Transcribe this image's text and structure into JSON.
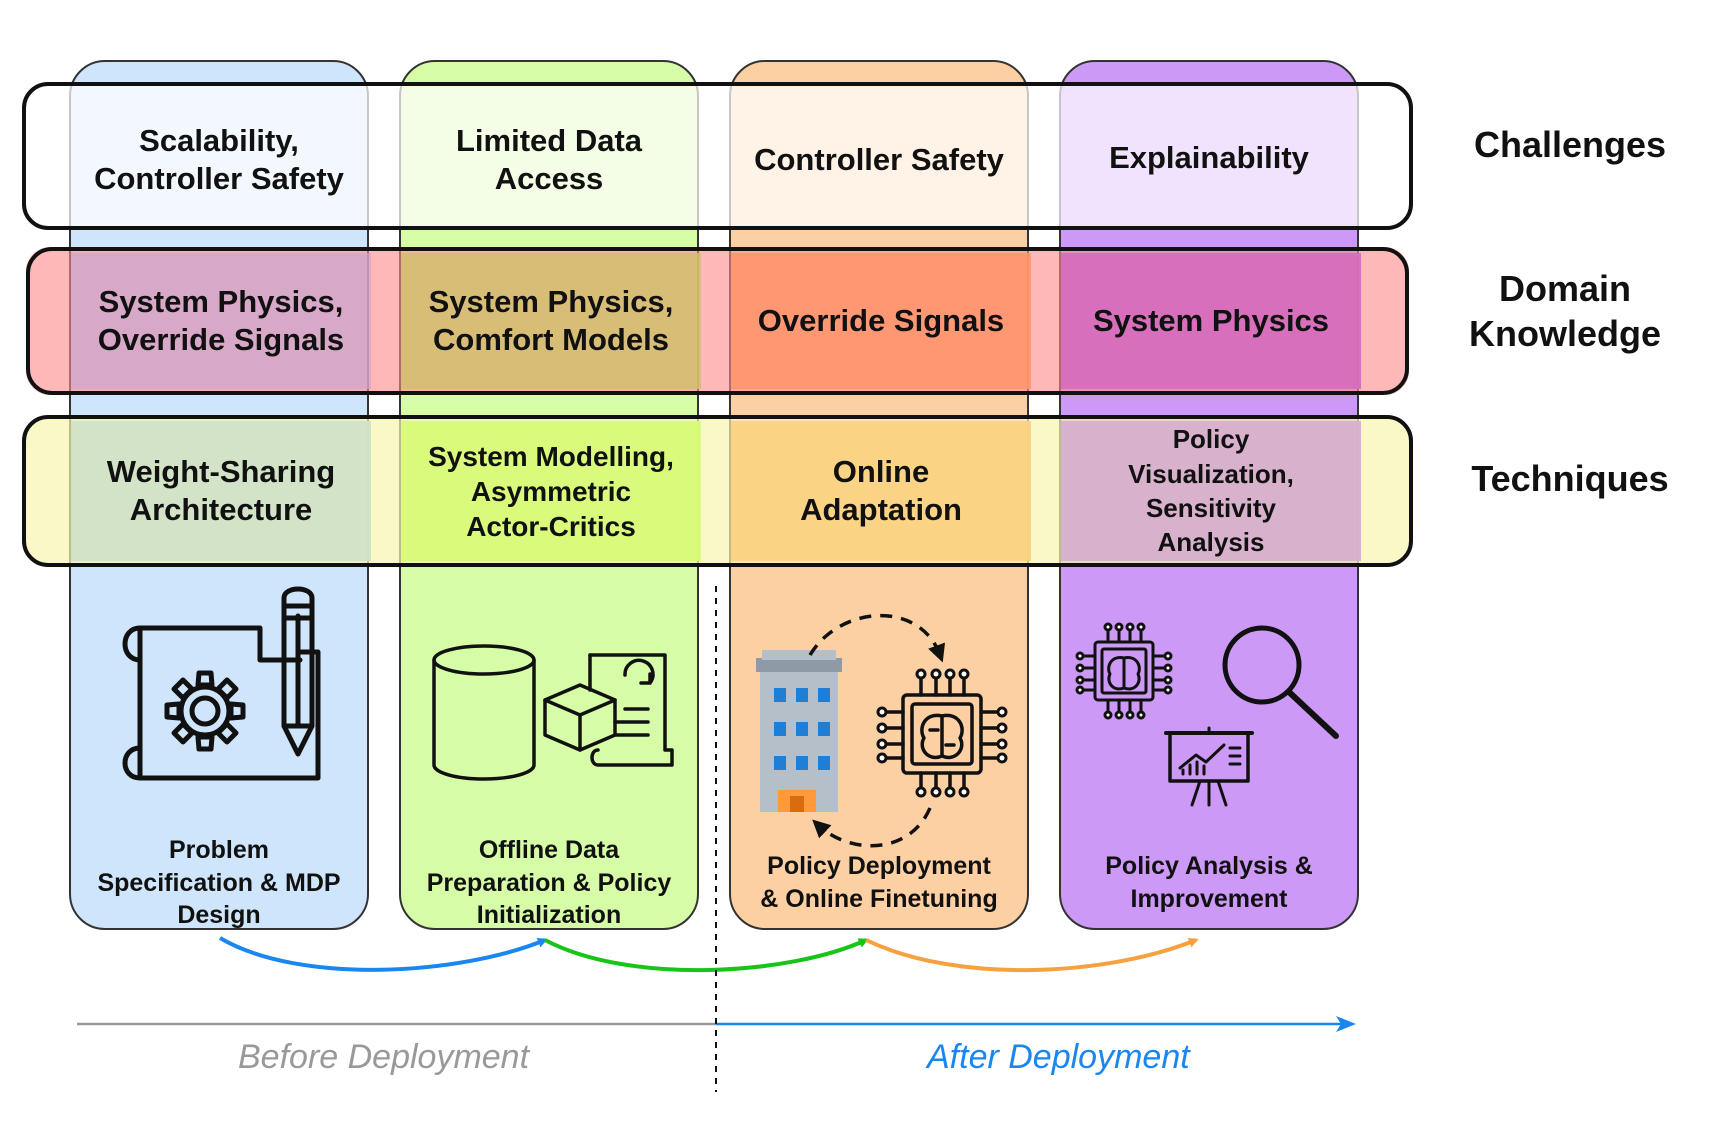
{
  "rows": {
    "challenges": "Challenges",
    "domain_knowledge": [
      "Domain",
      "Knowledge"
    ],
    "techniques": "Techniques"
  },
  "stages": [
    {
      "challenge": [
        "Scalability,",
        "Controller Safety"
      ],
      "domain": [
        "System Physics,",
        "Override Signals"
      ],
      "technique": [
        "Weight-Sharing",
        "Architecture"
      ],
      "label": [
        "Problem",
        "Specification & MDP",
        "Design"
      ],
      "icon": "blueprint-gear-pencil-icon",
      "color": "#cfe5fb"
    },
    {
      "challenge": [
        "Limited Data",
        "Access"
      ],
      "domain": [
        "System Physics,",
        "Comfort Models"
      ],
      "technique": [
        "System Modelling,",
        "Asymmetric",
        "Actor-Critics"
      ],
      "label": [
        "Offline Data",
        "Preparation & Policy",
        "Initialization"
      ],
      "icon": "database-package-document-icon",
      "color": "#d6fca8"
    },
    {
      "challenge": [
        "Controller Safety"
      ],
      "domain": [
        "Override Signals"
      ],
      "technique": [
        "Online",
        "Adaptation"
      ],
      "label": [
        "Policy Deployment",
        "& Online Finetuning"
      ],
      "icon": "building-ai-chip-loop-icon",
      "color": "#fdd0a4"
    },
    {
      "challenge": [
        "Explainability"
      ],
      "domain": [
        "System Physics"
      ],
      "technique": [
        "Policy",
        "Visualization,",
        "Sensitivity",
        "Analysis"
      ],
      "label": [
        "Policy Analysis &",
        "Improvement"
      ],
      "icon": "ai-chip-magnifier-presentation-icon",
      "color": "#cc99f7"
    }
  ],
  "timeline": {
    "before": "Before Deployment",
    "after": "After Deployment"
  },
  "colors": {
    "arrow_1": "#1a86f0",
    "arrow_2": "#18c418",
    "arrow_3": "#f7a040",
    "timeline_before": "#999999",
    "timeline_after": "#1a86f0"
  }
}
